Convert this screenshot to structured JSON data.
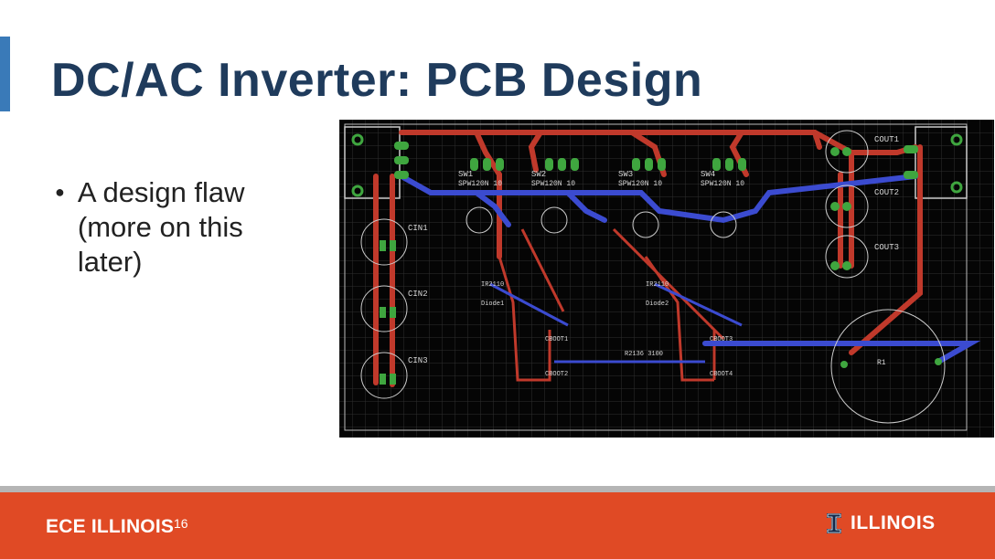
{
  "slide": {
    "title": "DC/AC Inverter: PCB Design",
    "bullets": [
      {
        "text": "A design flaw (more on this later)"
      }
    ],
    "slide_number": "16"
  },
  "pcb": {
    "labels": {
      "caps": [
        "CIN1",
        "CIN2",
        "CIN3"
      ],
      "outcaps": [
        "COUT1",
        "COUT2",
        "COUT3"
      ],
      "switches": [
        "SW1",
        "SW2",
        "SW3",
        "SW4"
      ],
      "sw_parts": [
        "SPW120N 10",
        "SPW120N 10",
        "SPW120N 10",
        "SPW120N 10"
      ],
      "drivers": [
        "IR2110",
        "IR2110"
      ],
      "diodes": [
        "Diode1",
        "Diode2"
      ],
      "bootcaps": [
        "CBOOT1",
        "CBOOT2",
        "CBOOT3",
        "CBOOT4"
      ],
      "conn": "R1",
      "part": "R2136 3100"
    },
    "colors": {
      "background": "#050505",
      "grid": "#2f2f2f",
      "top": "#c0392b",
      "bottom": "#3b4bd0",
      "pad": "#3fa63f",
      "silk": "#d8d8d8"
    }
  },
  "footer": {
    "left_brand": "ECE ILLINOIS",
    "right_brand": "ILLINOIS",
    "colors": {
      "bar": "#e04a25",
      "divider": "#b5b5b5"
    }
  }
}
